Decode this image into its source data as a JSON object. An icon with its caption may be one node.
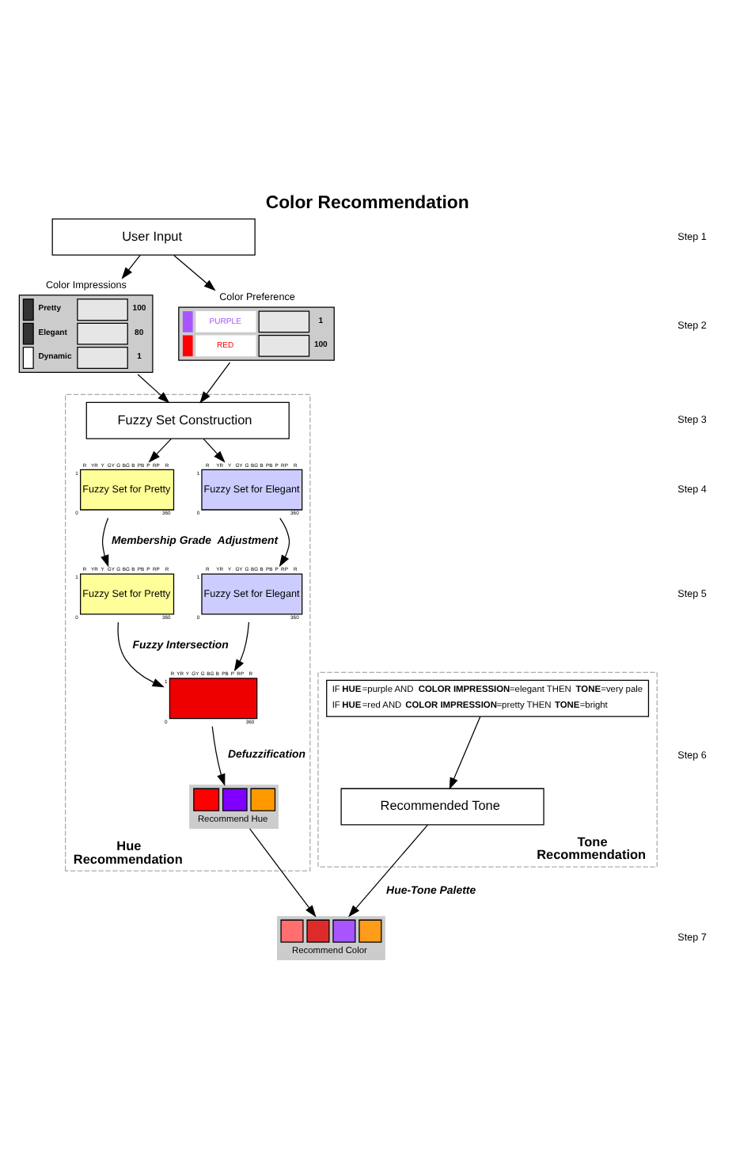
{
  "diagram": {
    "title": "Color Recommendation",
    "nodes": [
      {
        "text": [
          "User Input"
        ]
      },
      {
        "text": [
          "Color Impressions",
          "Pretty",
          "100",
          "Elegant",
          "80",
          "Dynamic",
          "1"
        ]
      },
      {
        "text": [
          "Color Preference",
          "PURPLE",
          "1",
          "RED",
          "100"
        ]
      },
      {
        "text": [
          "Hue Recommendation"
        ]
      },
      {
        "text": [
          "Fuzzy Set Construction"
        ],
        "in": 3
      },
      {
        "text": [
          "Fuzzy Set for Pretty"
        ],
        "in": 3,
        "beside": [
          "R",
          "YR",
          "Y",
          "GY",
          "G",
          "BG",
          "B",
          "PB",
          "P",
          "RP",
          "R",
          "1",
          "0",
          "360"
        ]
      },
      {
        "text": [
          "Fuzzy Set for Elegant"
        ],
        "in": 3,
        "beside": [
          "R",
          "YR",
          "Y",
          "GY",
          "G",
          "BG",
          "B",
          "PB",
          "P",
          "RP",
          "R",
          "1",
          "0",
          "360"
        ]
      },
      {
        "text": [
          "Fuzzy Set for Pretty"
        ],
        "in": 3,
        "beside": [
          "R",
          "YR",
          "Y",
          "GY",
          "G",
          "BG",
          "B",
          "PB",
          "P",
          "RP",
          "R",
          "1",
          "0",
          "360"
        ]
      },
      {
        "text": [
          "Fuzzy Set for Elegant"
        ],
        "in": 3,
        "beside": [
          "R",
          "YR",
          "Y",
          "GY",
          "G",
          "BG",
          "B",
          "PB",
          "P",
          "RP",
          "R",
          "1",
          "0",
          "360"
        ]
      },
      {
        "text": [],
        "shape": "box",
        "in": 3,
        "beside": [
          "R",
          "YR",
          "Y",
          "GY",
          "G",
          "BG",
          "B",
          "PB",
          "P",
          "RP",
          "R",
          "1",
          "0",
          "360"
        ]
      },
      {
        "text": [
          "Recommend Hue"
        ],
        "in": 3
      },
      {
        "text": [
          "Tone Recommendation"
        ]
      },
      {
        "text": [
          "IF **HUE**=purple AND **COLOR IMPRESSION**=elegant THEN **TONE**=very pale",
          "IF **HUE**=red AND **COLOR IMPRESSION**=pretty THEN **TONE**=bright"
        ],
        "in": 11
      },
      {
        "text": [
          "Recommended Tone"
        ],
        "in": 11
      },
      {
        "text": [
          "Recommend Color"
        ]
      }
    ],
    "edges": [
      {
        "from": 0,
        "to": 1,
        "arrow": "to"
      },
      {
        "from": 0,
        "to": 2,
        "arrow": "to"
      },
      {
        "from": 1,
        "to": 4,
        "arrow": "to"
      },
      {
        "from": 2,
        "to": 4,
        "arrow": "to"
      },
      {
        "from": 4,
        "to": 5,
        "arrow": "to"
      },
      {
        "from": 4,
        "to": 6,
        "arrow": "to"
      },
      {
        "from": 5,
        "to": 7,
        "arrow": "to",
        "label": "Membership Grade  Adjustment"
      },
      {
        "from": 6,
        "to": 8,
        "arrow": "to"
      },
      {
        "from": 7,
        "to": 9,
        "arrow": "to",
        "label": "Fuzzy Intersection"
      },
      {
        "from": 8,
        "to": 9,
        "arrow": "to"
      },
      {
        "from": 9,
        "to": 10,
        "arrow": "to",
        "label": "Defuzzification"
      },
      {
        "from": 10,
        "to": 14,
        "arrow": "to"
      },
      {
        "from": 12,
        "to": 13,
        "arrow": "to"
      },
      {
        "from": 13,
        "to": 14,
        "arrow": "to",
        "label": "Hue-Tone Palette"
      }
    ],
    "labels": [
      "Step 1",
      "Step 2",
      "Step 3",
      "Step 4",
      "Step 5",
      "Step 6",
      "Step 7"
    ]
  }
}
